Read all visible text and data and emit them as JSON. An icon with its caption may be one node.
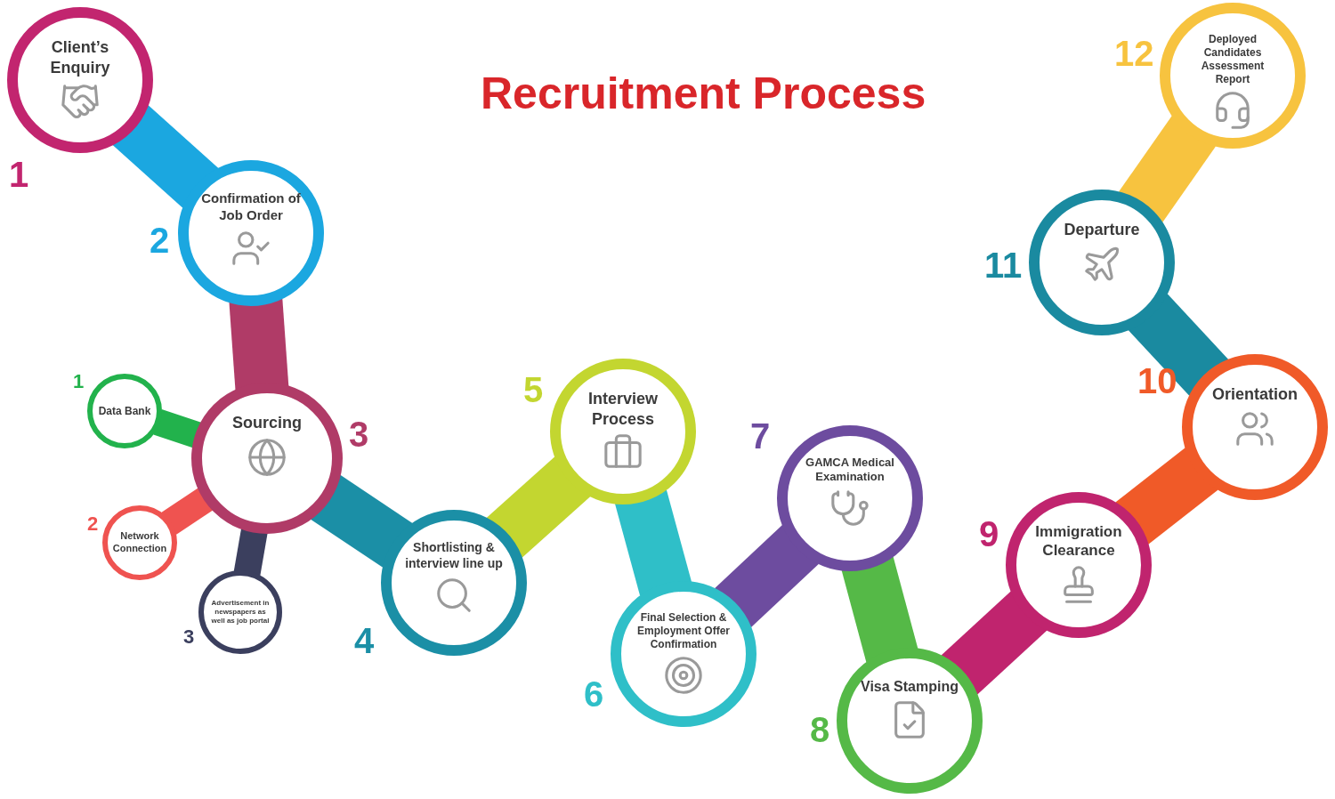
{
  "diagram": {
    "title": "Recruitment Process",
    "nodes": [
      {
        "text": [
          "Client’s Enquiry"
        ],
        "beside": [
          "1"
        ]
      },
      {
        "text": [
          "Confirmation of Job Order"
        ],
        "beside": [
          "2"
        ]
      },
      {
        "text": [
          "Sourcing"
        ],
        "beside": [
          "3"
        ]
      },
      {
        "text": [
          "Shortlisting & interview line up"
        ],
        "beside": [
          "4"
        ]
      },
      {
        "text": [
          "Interview Process"
        ],
        "beside": [
          "5"
        ]
      },
      {
        "text": [
          "Final Selection & Employment Offer Confirmation"
        ],
        "beside": [
          "6"
        ]
      },
      {
        "text": [
          "GAMCA Medical Examination"
        ],
        "beside": [
          "7"
        ]
      },
      {
        "text": [
          "Visa Stamping"
        ],
        "beside": [
          "8"
        ]
      },
      {
        "text": [
          "Immigration Clearance"
        ],
        "beside": [
          "9"
        ]
      },
      {
        "text": [
          "Orientation"
        ],
        "beside": [
          "10"
        ]
      },
      {
        "text": [
          "Departure"
        ],
        "beside": [
          "11"
        ]
      },
      {
        "text": [
          "Deployed Candidates Assessment Report"
        ],
        "beside": [
          "12"
        ]
      },
      {
        "text": [
          "Data Bank"
        ],
        "beside": [
          "1"
        ]
      },
      {
        "text": [
          "Network Connection"
        ],
        "beside": [
          "2"
        ]
      },
      {
        "text": [
          "Advertisement in newspapers as well as job portal"
        ],
        "beside": [
          "3"
        ]
      }
    ],
    "edges": [
      {
        "from": 0,
        "to": 1,
        "arrow": "none",
        "color": "#1ba7e0"
      },
      {
        "from": 1,
        "to": 2,
        "arrow": "none",
        "color": "#b03b67"
      },
      {
        "from": 2,
        "to": 3,
        "arrow": "none",
        "color": "#1b8fa6"
      },
      {
        "from": 3,
        "to": 4,
        "arrow": "none",
        "color": "#c3d630"
      },
      {
        "from": 4,
        "to": 5,
        "arrow": "none",
        "color": "#2fbfc8"
      },
      {
        "from": 5,
        "to": 6,
        "arrow": "none",
        "color": "#6d4c9f"
      },
      {
        "from": 6,
        "to": 7,
        "arrow": "none",
        "color": "#55b947"
      },
      {
        "from": 7,
        "to": 8,
        "arrow": "none",
        "color": "#c0246e"
      },
      {
        "from": 8,
        "to": 9,
        "arrow": "none",
        "color": "#f05a28"
      },
      {
        "from": 9,
        "to": 10,
        "arrow": "none",
        "color": "#1a8aa0"
      },
      {
        "from": 10,
        "to": 11,
        "arrow": "none",
        "color": "#f7c33f"
      },
      {
        "from": 12,
        "to": 2,
        "arrow": "none",
        "color": "#22b24c"
      },
      {
        "from": 13,
        "to": 2,
        "arrow": "none",
        "color": "#ef5350"
      },
      {
        "from": 14,
        "to": 2,
        "arrow": "none",
        "color": "#3b3f5e"
      }
    ]
  }
}
